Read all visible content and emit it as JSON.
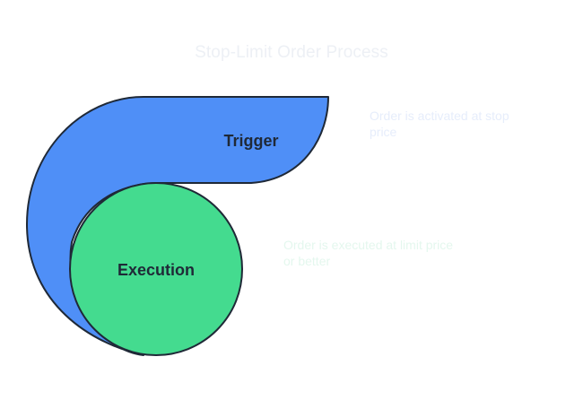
{
  "title": "Stop-Limit Order Process",
  "nodes": [
    {
      "label": "Trigger",
      "description": "Order is activated at stop price",
      "color": "#4f8ff7"
    },
    {
      "label": "Execution",
      "description": "Order is executed at limit price or better",
      "color": "#44db8f"
    }
  ],
  "colors": {
    "outline": "#1f2937",
    "label_text": "#1f2937"
  }
}
